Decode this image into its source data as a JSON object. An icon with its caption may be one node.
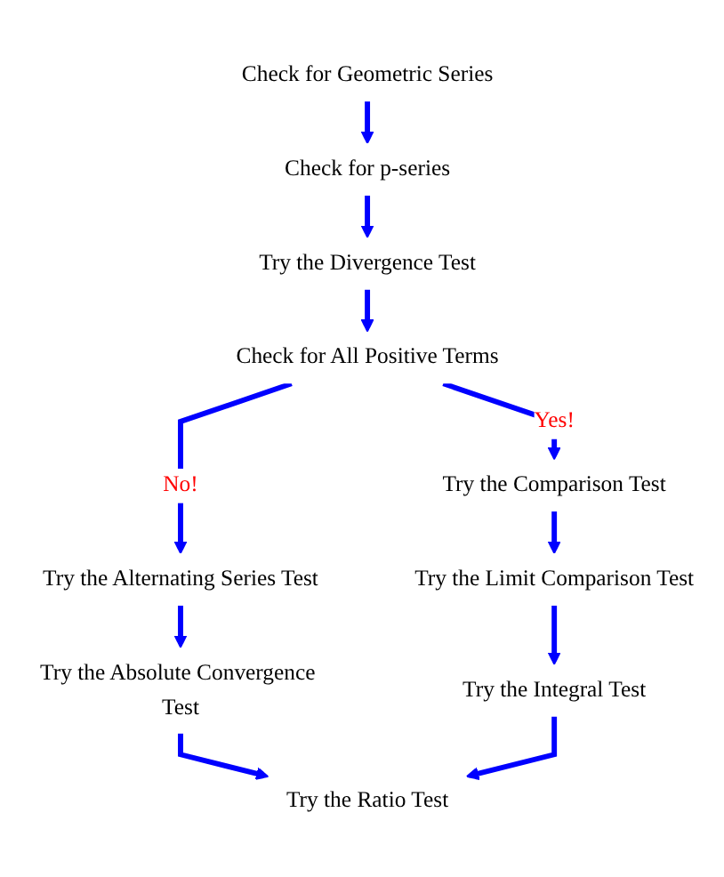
{
  "diagram": {
    "nodes": [
      {
        "text": [
          "Check for Geometric Series"
        ]
      },
      {
        "text": [
          "Check for p-series"
        ]
      },
      {
        "text": [
          "Try the Divergence Test"
        ]
      },
      {
        "text": [
          "Check for All Positive Terms"
        ]
      },
      {
        "text": [
          "Try the Alternating Series Test"
        ]
      },
      {
        "text": [
          "Try the Comparison Test"
        ]
      },
      {
        "text": [
          "Try the Absolute Convergence Test"
        ]
      },
      {
        "text": [
          "Try the Limit Comparison Test"
        ]
      },
      {
        "text": [
          "Try the Ratio Test"
        ]
      },
      {
        "text": [
          "Try the Integral Test"
        ]
      }
    ],
    "edges": [
      {
        "from": 0,
        "to": 1,
        "arrow": "to"
      },
      {
        "from": 1,
        "to": 2,
        "arrow": "to"
      },
      {
        "from": 2,
        "to": 3,
        "arrow": "to"
      },
      {
        "from": 3,
        "to": 4,
        "arrow": "to",
        "label": "No!"
      },
      {
        "from": 3,
        "to": 5,
        "arrow": "to",
        "label": "Yes!"
      },
      {
        "from": 4,
        "to": 6,
        "arrow": "to"
      },
      {
        "from": 6,
        "to": 8,
        "arrow": "to"
      },
      {
        "from": 5,
        "to": 7,
        "arrow": "to"
      },
      {
        "from": 7,
        "to": 9,
        "arrow": "to"
      },
      {
        "from": 9,
        "to": 8,
        "arrow": "to"
      }
    ]
  }
}
